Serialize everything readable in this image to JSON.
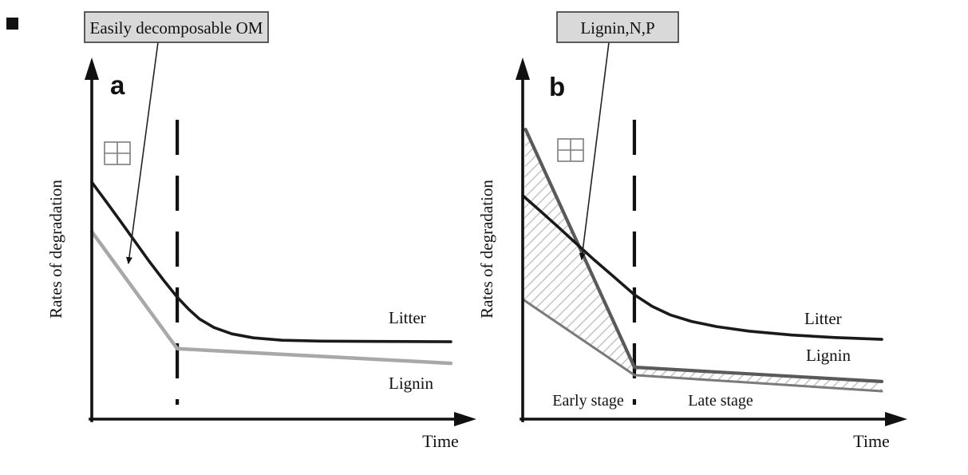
{
  "icons": {
    "plus_box": "+",
    "leader_arrow": "down-left arrow",
    "axis_arrow": "filled triangle"
  },
  "chart_data": [
    {
      "panel": "a",
      "type": "line",
      "title": "",
      "xlabel": "Time",
      "ylabel": "Rates of degradation",
      "x_range": [
        0,
        1
      ],
      "y_range": [
        0,
        1
      ],
      "grid": false,
      "legend_position": "inline-right",
      "phase_divider_x": 0.238,
      "plus_marker": "+",
      "annotations": [
        {
          "text": "Easily decomposable OM",
          "target": [
            0.102,
            0.513
          ]
        }
      ],
      "series": [
        {
          "name": "Litter",
          "color": "#1a1a1a",
          "points": [
            [
              0,
              0.781
            ],
            [
              0.04,
              0.717
            ],
            [
              0.08,
              0.652
            ],
            [
              0.12,
              0.586
            ],
            [
              0.16,
              0.52
            ],
            [
              0.2,
              0.458
            ],
            [
              0.238,
              0.402
            ],
            [
              0.27,
              0.362
            ],
            [
              0.3,
              0.33
            ],
            [
              0.34,
              0.302
            ],
            [
              0.39,
              0.281
            ],
            [
              0.45,
              0.268
            ],
            [
              0.53,
              0.26
            ],
            [
              0.64,
              0.257
            ],
            [
              0.8,
              0.256
            ],
            [
              1,
              0.255
            ]
          ]
        },
        {
          "name": "Lignin",
          "color": "#a8a8a8",
          "points": [
            [
              0,
              0.618
            ],
            [
              0.238,
              0.232
            ],
            [
              1,
              0.184
            ]
          ]
        }
      ]
    },
    {
      "panel": "b",
      "type": "line",
      "title": "",
      "xlabel": "Time",
      "ylabel": "Rates of degradation",
      "x_range": [
        0,
        1
      ],
      "y_range": [
        0,
        1
      ],
      "grid": false,
      "legend_position": "inline-right",
      "phase_divider_x": 0.311,
      "plus_marker": "+",
      "stage_labels": {
        "early": "Early stage",
        "late": "Late stage"
      },
      "annotations": [
        {
          "text": "Lignin,N,P",
          "target": [
            0.164,
            0.526
          ]
        }
      ],
      "hatched_region": {
        "between": [
          "Lignin",
          "lower_envelope"
        ]
      },
      "series": [
        {
          "name": "Litter",
          "color": "#1a1a1a",
          "points": [
            [
              0,
              0.737
            ],
            [
              0.05,
              0.685
            ],
            [
              0.1,
              0.632
            ],
            [
              0.15,
              0.578
            ],
            [
              0.2,
              0.524
            ],
            [
              0.25,
              0.473
            ],
            [
              0.311,
              0.41
            ],
            [
              0.36,
              0.372
            ],
            [
              0.41,
              0.344
            ],
            [
              0.47,
              0.322
            ],
            [
              0.54,
              0.305
            ],
            [
              0.63,
              0.29
            ],
            [
              0.75,
              0.277
            ],
            [
              0.87,
              0.269
            ],
            [
              1,
              0.263
            ]
          ]
        },
        {
          "name": "Lignin",
          "color": "#5a5a5a",
          "points": [
            [
              0.008,
              0.955
            ],
            [
              0.311,
              0.171
            ],
            [
              1,
              0.124
            ]
          ]
        },
        {
          "name": "lower_envelope",
          "color": "#7a7a7a",
          "points": [
            [
              0,
              0.395
            ],
            [
              0.311,
              0.145
            ],
            [
              1,
              0.092
            ]
          ]
        }
      ]
    }
  ]
}
